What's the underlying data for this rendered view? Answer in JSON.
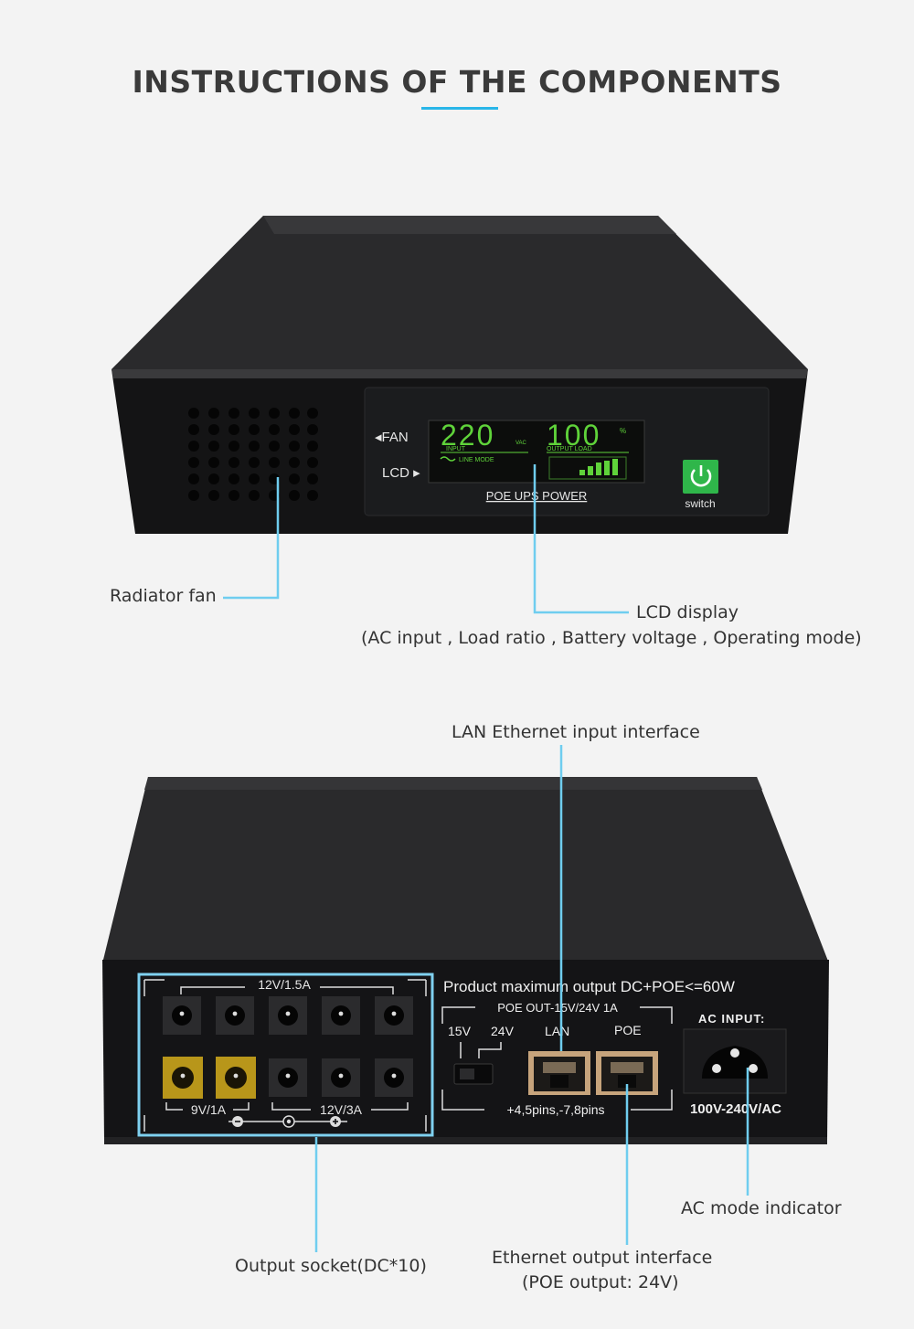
{
  "title": "INSTRUCTIONS OF THE COMPONENTS",
  "front": {
    "fan_label": "◂FAN",
    "lcd_label": "LCD ▸",
    "lcd_left_value": "220",
    "lcd_left_unit": "VAC",
    "lcd_left_caption": "INPUT",
    "lcd_mode": "LINE MODE",
    "lcd_right_value": "100",
    "lcd_right_unit": "%",
    "lcd_right_caption": "OUTPUT LOAD",
    "panel_caption": "POE UPS POWER",
    "switch_label": "switch"
  },
  "callouts_top": {
    "radiator": "Radiator fan",
    "lcd_title": "LCD display",
    "lcd_desc": "(AC input , Load ratio , Battery voltage , Operating mode)"
  },
  "rear": {
    "dc_top_label": "12V/1.5A",
    "dc_left_label": "9V/1A",
    "dc_right_label": "12V/3A",
    "max_output": "Product maximum output  DC+POE<=60W",
    "poe_out": "POE OUT-15V/24V 1A",
    "v15": "15V",
    "v24": "24V",
    "lan": "LAN",
    "poe": "POE",
    "pins": "+4,5pins,-7,8pins",
    "ac_input": "AC  INPUT:",
    "ac_range": "100V-240V/AC"
  },
  "callouts_bottom": {
    "lan_in": "LAN Ethernet input interface",
    "ac_mode": "AC mode indicator",
    "output_socket": "Output socket(DC*10)",
    "eth_out_title": "Ethernet output interface",
    "eth_out_desc": "(POE output: 24V)"
  },
  "colors": {
    "accent": "#29b6e8",
    "callout_line": "#6fcdef",
    "lcd_green": "#5fd33a",
    "switch_green": "#2fb64a",
    "dc_gold": "#b8961a"
  }
}
